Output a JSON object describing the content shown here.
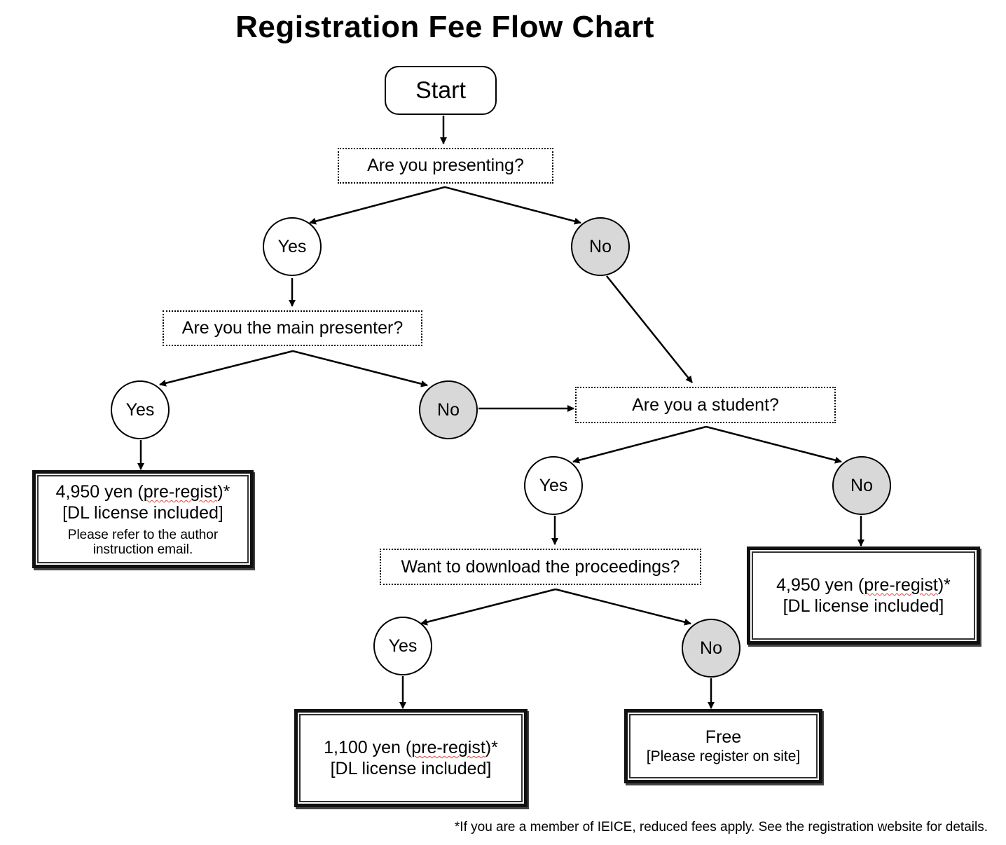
{
  "title": "Registration Fee Flow Chart",
  "start": "Start",
  "questions": {
    "presenting": "Are you presenting?",
    "main_presenter": "Are you the main presenter?",
    "student": "Are you a student?",
    "download": "Want to download the proceedings?"
  },
  "answers": {
    "yes": "Yes",
    "no": "No"
  },
  "results": {
    "main_presenter": {
      "fee_prefix": "4,950 yen (",
      "fee_wavy": "pre-regist",
      "fee_suffix": ")*",
      "license": "[DL license included]",
      "note": "Please refer to the author instruction email."
    },
    "non_student": {
      "fee_prefix": "4,950 yen (",
      "fee_wavy": "pre-regist",
      "fee_suffix": ")*",
      "license": "[DL license included]"
    },
    "student_download": {
      "fee_prefix": "1,100 yen (",
      "fee_wavy": "pre-regist",
      "fee_suffix": ")*",
      "license": "[DL license included]"
    },
    "student_no_download": {
      "fee": "Free",
      "note": "[Please register on site]"
    }
  },
  "footnote": "*If you are a member of IEICE,  reduced fees apply.  See the registration website for details.",
  "colors": {
    "no_node_fill": "#d8d8d8",
    "wavy_underline": "#e0453a"
  }
}
